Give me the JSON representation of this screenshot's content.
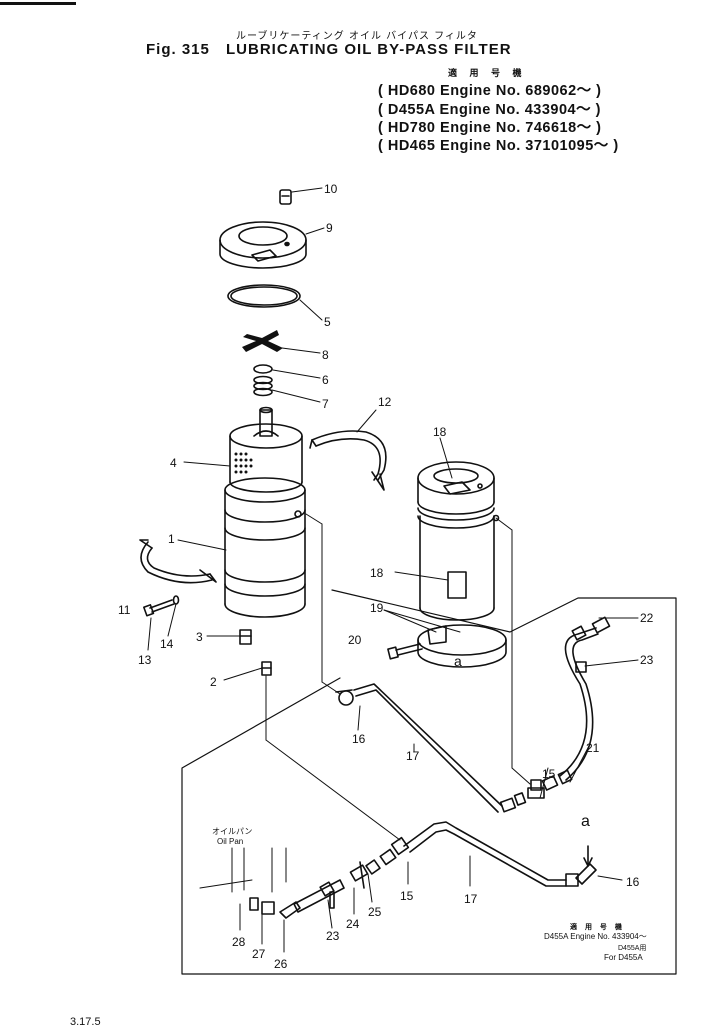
{
  "header": {
    "title_jp": "ルーブリケーティング オイル バイパス フィルタ",
    "fig_number": "Fig. 315",
    "title_en": "LUBRICATING OIL BY-PASS FILTER",
    "applicable_jp": "適 用 号 機",
    "applicability": [
      "( HD680 Engine No. 689062～ )",
      "( D455A Engine No. 433904～ )",
      "( HD780 Engine No. 746618～ )",
      "( HD465 Engine No. 37101095～ )"
    ]
  },
  "oil_pan": {
    "jp": "オイルパン",
    "en": "Oil Pan"
  },
  "note": {
    "jp": "適 用 号 機",
    "line1": "D455A Engine No. 433904～",
    "line2": "D455A用",
    "line3": "For D455A"
  },
  "callout_a": [
    "a",
    "a"
  ],
  "part_numbers": [
    "10",
    "9",
    "5",
    "8",
    "6",
    "7",
    "12",
    "18",
    "4",
    "1",
    "18",
    "19",
    "20",
    "22",
    "23",
    "11",
    "14",
    "13",
    "3",
    "2",
    "16",
    "17",
    "15",
    "21",
    "17",
    "16",
    "15",
    "28",
    "27",
    "26",
    "23",
    "24",
    "25"
  ],
  "page_number": "3.17.5"
}
